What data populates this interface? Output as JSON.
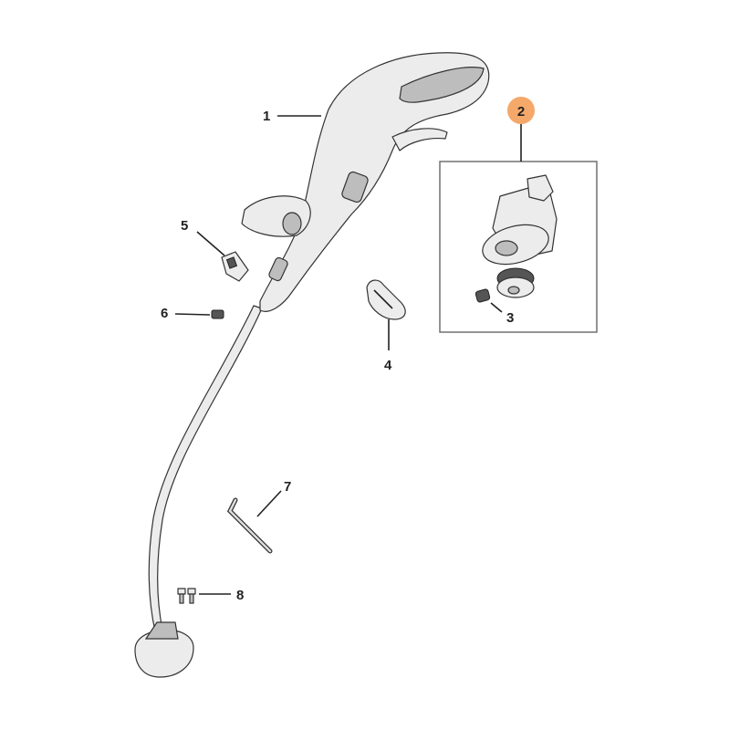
{
  "callouts": [
    {
      "id": "1",
      "label": "1"
    },
    {
      "id": "2",
      "label": "2",
      "highlighted": true
    },
    {
      "id": "3",
      "label": "3"
    },
    {
      "id": "4",
      "label": "4"
    },
    {
      "id": "5",
      "label": "5"
    },
    {
      "id": "6",
      "label": "6"
    },
    {
      "id": "7",
      "label": "7"
    },
    {
      "id": "8",
      "label": "8"
    }
  ],
  "colors": {
    "highlight": "#f4a86a",
    "line": "#222222",
    "box_border": "#666666"
  }
}
